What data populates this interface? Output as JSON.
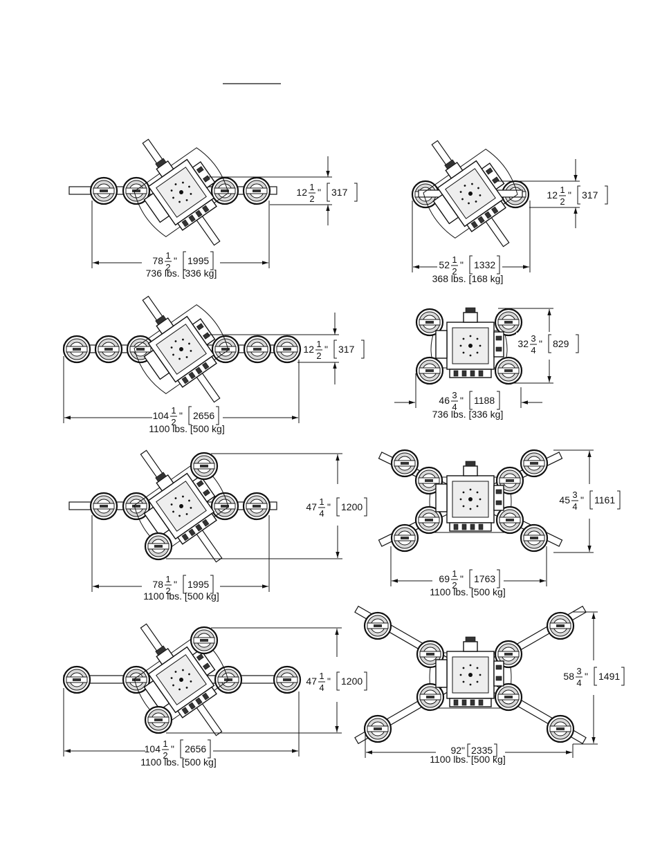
{
  "configs": [
    {
      "id": "c1",
      "dims": [
        {
          "whole": "78",
          "num": "1",
          "den": "2",
          "mm": "1995"
        },
        {
          "whole": "12",
          "num": "1",
          "den": "2",
          "mm": "317"
        }
      ],
      "weight": "736 lbs. [336 kg]"
    },
    {
      "id": "c2",
      "dims": [
        {
          "whole": "52",
          "num": "1",
          "den": "2",
          "mm": "1332"
        },
        {
          "whole": "12",
          "num": "1",
          "den": "2",
          "mm": "317"
        }
      ],
      "weight": "368 lbs. [168 kg]"
    },
    {
      "id": "c3",
      "dims": [
        {
          "whole": "104",
          "num": "1",
          "den": "2",
          "mm": "2656"
        },
        {
          "whole": "12",
          "num": "1",
          "den": "2",
          "mm": "317"
        }
      ],
      "weight": "1100 lbs. [500 kg]"
    },
    {
      "id": "c4",
      "dims": [
        {
          "whole": "46",
          "num": "3",
          "den": "4",
          "mm": "1188"
        },
        {
          "whole": "32",
          "num": "3",
          "den": "4",
          "mm": "829"
        }
      ],
      "weight": "736 lbs. [336 kg]"
    },
    {
      "id": "c5",
      "dims": [
        {
          "whole": "78",
          "num": "1",
          "den": "2",
          "mm": "1995"
        },
        {
          "whole": "47",
          "num": "1",
          "den": "4",
          "mm": "1200"
        }
      ],
      "weight": "1100 lbs. [500 kg]"
    },
    {
      "id": "c6",
      "dims": [
        {
          "whole": "69",
          "num": "1",
          "den": "2",
          "mm": "1763"
        },
        {
          "whole": "45",
          "num": "3",
          "den": "4",
          "mm": "1161"
        }
      ],
      "weight": "1100 lbs. [500 kg]"
    },
    {
      "id": "c7",
      "dims": [
        {
          "whole": "104",
          "num": "1",
          "den": "2",
          "mm": "2656"
        },
        {
          "whole": "47",
          "num": "1",
          "den": "4",
          "mm": "1200"
        }
      ],
      "weight": "1100 lbs. [500 kg]"
    },
    {
      "id": "c8",
      "dims": [
        {
          "whole": "92\"",
          "num": "",
          "den": "",
          "mm": "2335"
        },
        {
          "whole": "58",
          "num": "3",
          "den": "4",
          "mm": "1491"
        }
      ],
      "weight": "1100 lbs. [500 kg]"
    }
  ]
}
